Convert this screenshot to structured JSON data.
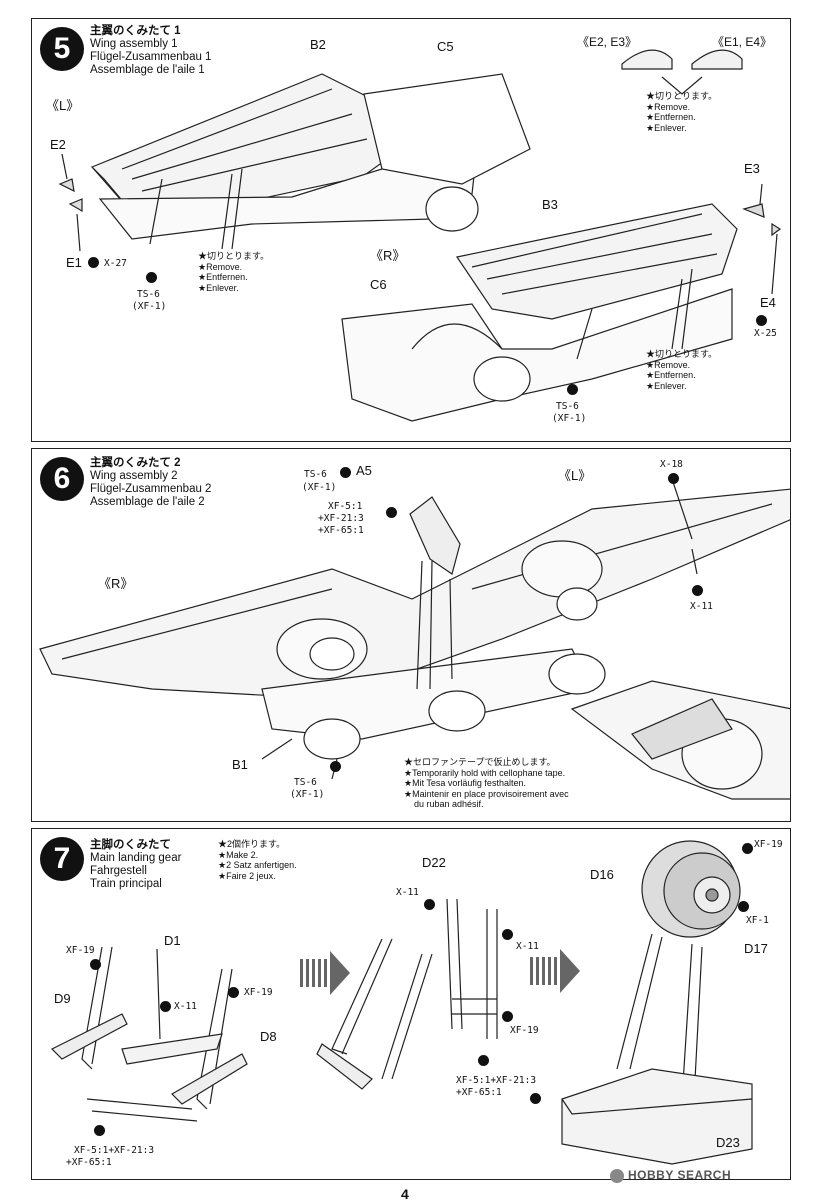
{
  "steps": [
    {
      "num": "5",
      "title_jp": "主翼のくみたて 1",
      "title_en": "Wing assembly 1",
      "title_de": "Flügel-Zusammenbau 1",
      "title_fr": "Assemblage de l'aile 1",
      "labels": {
        "left": "《L》",
        "right": "《R》",
        "b2": "B2",
        "c5": "C5",
        "b3": "B3",
        "c6": "C6",
        "e2": "E2",
        "e1": "E1",
        "e3": "E3",
        "e4": "E4",
        "e2e3": "《E2, E3》",
        "e1e4": "《E1, E4》",
        "x27": "X-27",
        "x25": "X-25",
        "ts6_a": "TS-6",
        "xf1_a": "(XF-1)",
        "ts6_b": "TS-6",
        "xf1_b": "(XF-1)"
      },
      "remove_note_top": [
        "★切りとります。",
        "★Remove.",
        "★Entfernen.",
        "★Enlever."
      ],
      "remove_note_left": [
        "★切りとります。",
        "★Remove.",
        "★Entfernen.",
        "★Enlever."
      ],
      "remove_note_right": [
        "★切りとります。",
        "★Remove.",
        "★Entfernen.",
        "★Enlever."
      ]
    },
    {
      "num": "6",
      "title_jp": "主翼のくみたて 2",
      "title_en": "Wing assembly 2",
      "title_de": "Flügel-Zusammenbau 2",
      "title_fr": "Assemblage de l'aile 2",
      "labels": {
        "ts6_a": "TS-6",
        "xf1_a": "(XF-1)",
        "a5": "A5",
        "mix1": "XF-5:1",
        "mix2": "+XF-21:3",
        "mix3": "+XF-65:1",
        "left": "《L》",
        "right": "《R》",
        "x18": "X-18",
        "x11": "X-11",
        "b1": "B1",
        "ts6_b": "TS-6",
        "xf1_b": "(XF-1)"
      },
      "tape_note": [
        "★セロファンテープで仮止めします。",
        "★Temporarily hold with cellophane tape.",
        "★Mit Tesa vorläufig festhalten.",
        "★Maintenir en place provisoirement avec",
        "du ruban adhésif."
      ]
    },
    {
      "num": "7",
      "title_jp": "主脚のくみたて",
      "title_en": "Main landing gear",
      "title_de": "Fahrgestell",
      "title_fr": "Train principal",
      "make_note": [
        "★2個作ります。",
        "★Make 2.",
        "★2 Satz anfertigen.",
        "★Faire 2 jeux."
      ],
      "labels": {
        "xf19_a": "XF-19",
        "d1": "D1",
        "x11_a": "X-11",
        "xf19_b": "XF-19",
        "d9": "D9",
        "d8": "D8",
        "mix_a1": "XF-5:1+XF-21:3",
        "mix_a2": "+XF-65:1",
        "d22": "D22",
        "x11_b": "X-11",
        "x11_c": "X-11",
        "xf19_c": "XF-19",
        "mix_b1": "XF-5:1+XF-21:3",
        "mix_b2": "+XF-65:1",
        "d16": "D16",
        "xf19_d": "XF-19",
        "xf1": "XF-1",
        "d17": "D17",
        "d23": "D23"
      }
    }
  ],
  "page_number": "4",
  "watermark": "HOBBY SEARCH"
}
